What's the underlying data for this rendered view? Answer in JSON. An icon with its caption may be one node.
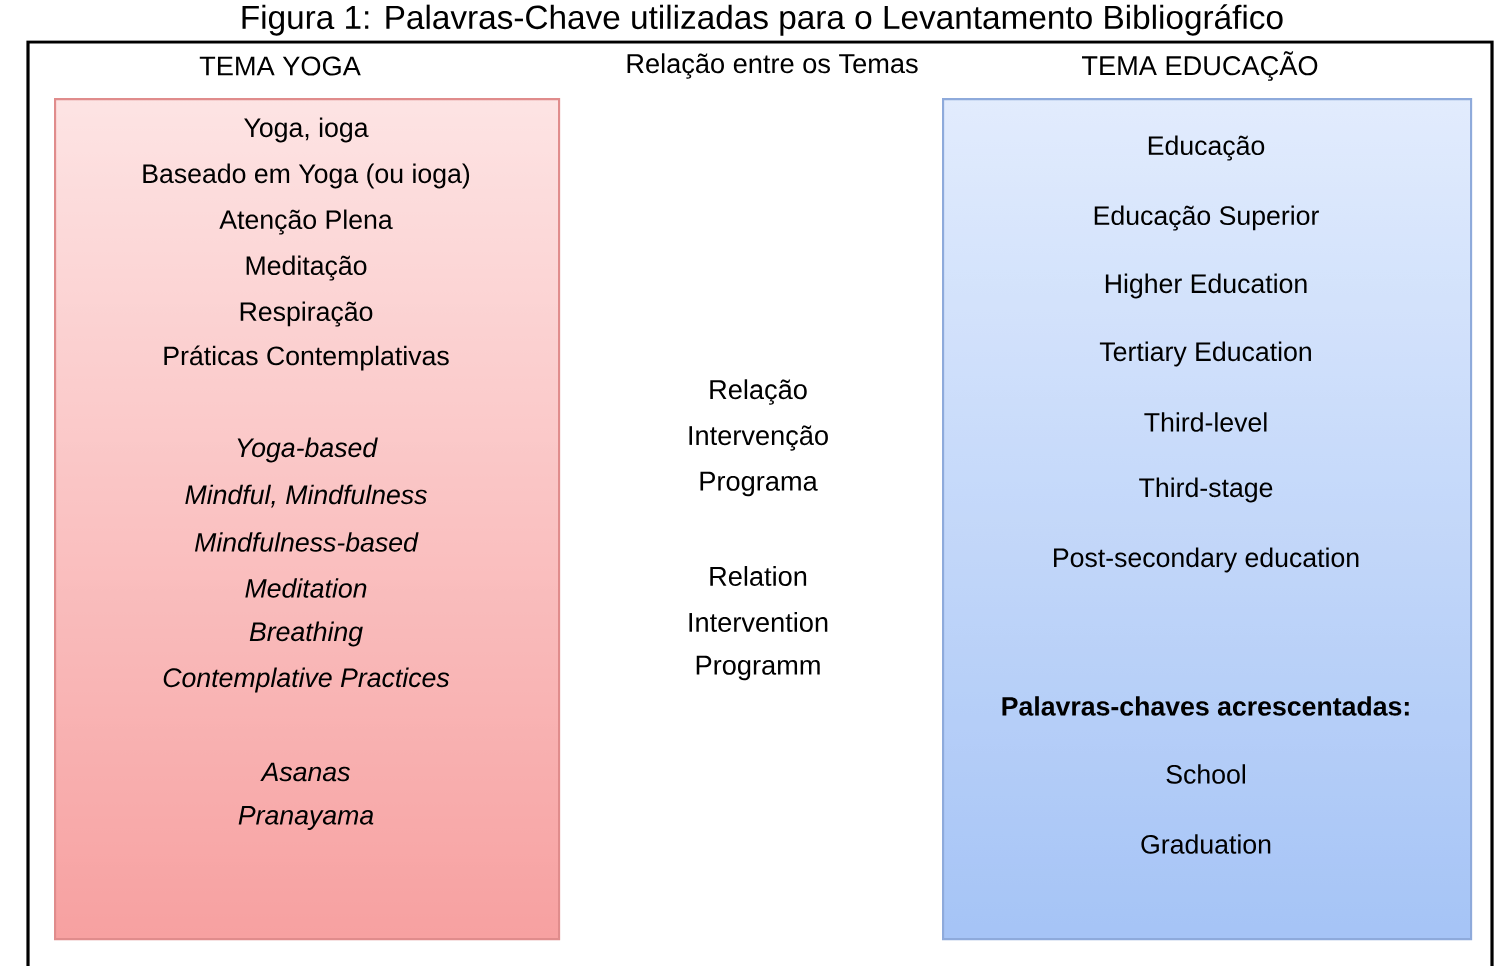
{
  "diagram": {
    "title": "Figura 1: Palavras-Chave utilizadas para o Levantamento Bibliográfico",
    "nodes": [
      {
        "text": [
          "TEMA YOGA",
          "Yoga, ioga",
          "Baseado em Yoga (ou ioga)",
          "Atenção Plena",
          "Meditação",
          "Respiração",
          "Práticas Contemplativas",
          "Yoga-based",
          "Mindful, Mindfulness",
          "Mindfulness-based",
          "Meditation",
          "Breathing",
          "Contemplative Practices",
          "Asanas",
          "Pranayama"
        ]
      },
      {
        "text": [
          "TEMA EDUCAÇÃO",
          "Educação",
          "Educação Superior",
          "Higher Education",
          "Tertiary Education",
          "Third-level",
          "Third-stage",
          "Post-secondary education",
          "Palavras-chaves acrescentadas:",
          "School",
          "Graduation"
        ]
      }
    ],
    "labels": [
      "Relação entre os Temas",
      "Relação",
      "Intervenção",
      "Programa",
      "Relation",
      "Intervention",
      "Programm"
    ]
  }
}
